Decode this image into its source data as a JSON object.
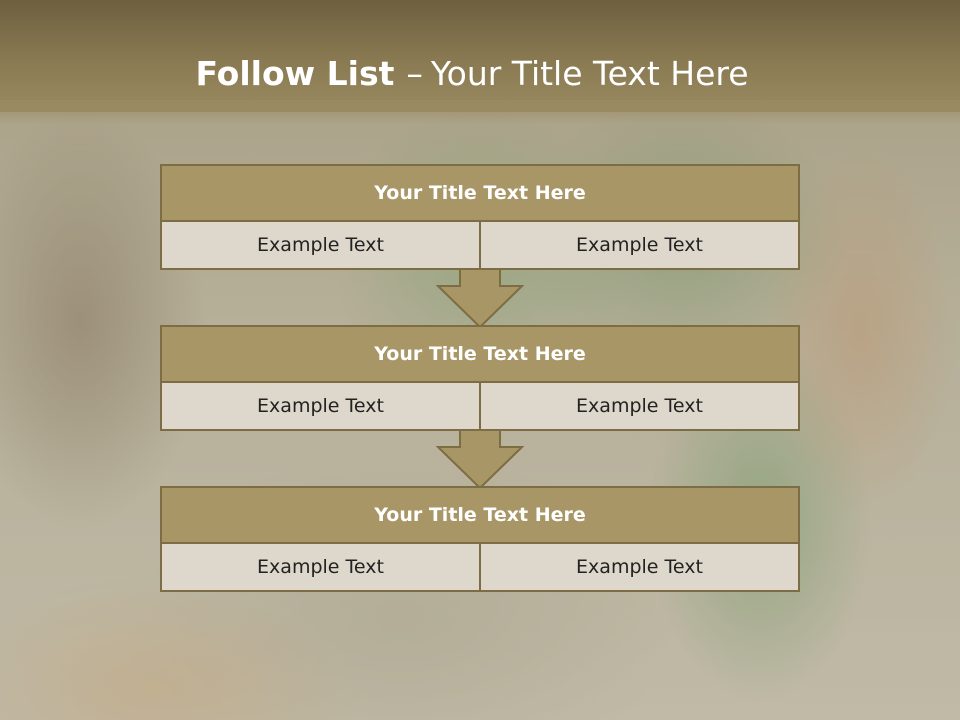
{
  "slide": {
    "title_bold": "Follow List",
    "title_separator": "–",
    "title_rest": "Your Title Text Here"
  },
  "blocks": [
    {
      "title": "Your Title Text Here",
      "left": "Example Text",
      "right": "Example Text"
    },
    {
      "title": "Your Title Text Here",
      "left": "Example Text",
      "right": "Example Text"
    },
    {
      "title": "Your Title Text Here",
      "left": "Example Text",
      "right": "Example Text"
    }
  ],
  "colors": {
    "header": "#8a7a52",
    "title_box": "#a89666",
    "cell_box": "#ddd8cb",
    "border": "#7d6d45",
    "arrow": "#a89666"
  }
}
